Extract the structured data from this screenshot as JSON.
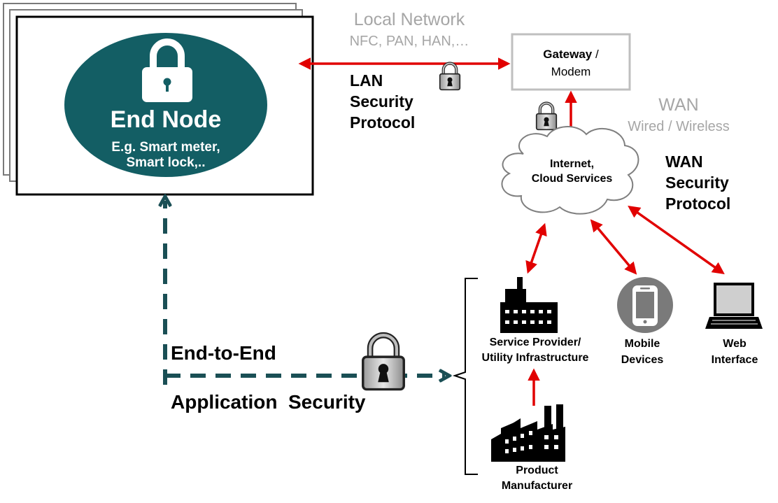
{
  "end_node": {
    "title": "End Node",
    "examples_line1": "E.g. Smart meter,",
    "examples_line2": "Smart lock,.."
  },
  "local_network": {
    "title": "Local Network",
    "subtitle": "NFC, PAN, HAN,…"
  },
  "gateway": {
    "label_bold": "Gateway",
    "label_sep": " /",
    "label_line2": "Modem"
  },
  "lan_protocol": [
    "LAN",
    "Security",
    "Protocol"
  ],
  "wan": {
    "title": "WAN",
    "subtitle": "Wired / Wireless"
  },
  "cloud": {
    "line1": "Internet,",
    "line2": "Cloud Services"
  },
  "wan_protocol": [
    "WAN",
    "Security",
    "Protocol"
  ],
  "service_provider": {
    "line1": "Service Provider/",
    "line2": "Utility Infrastructure"
  },
  "mobile": {
    "line1": "Mobile",
    "line2": "Devices"
  },
  "web": {
    "line1": "Web",
    "line2": "Interface"
  },
  "manufacturer": {
    "line1": "Product",
    "line2": "Manufacturer"
  },
  "e2e": {
    "line1": "End-to-End",
    "line2": "Application  Security"
  },
  "colors": {
    "teal": "#135e64",
    "arrow_red": "#e10000",
    "grey_text": "#a6a6a6",
    "dashed_teal": "#1a4f55"
  },
  "icons": [
    "padlock-icon",
    "factory-icon",
    "building-icon",
    "smartphone-icon",
    "laptop-icon",
    "cloud-icon"
  ]
}
